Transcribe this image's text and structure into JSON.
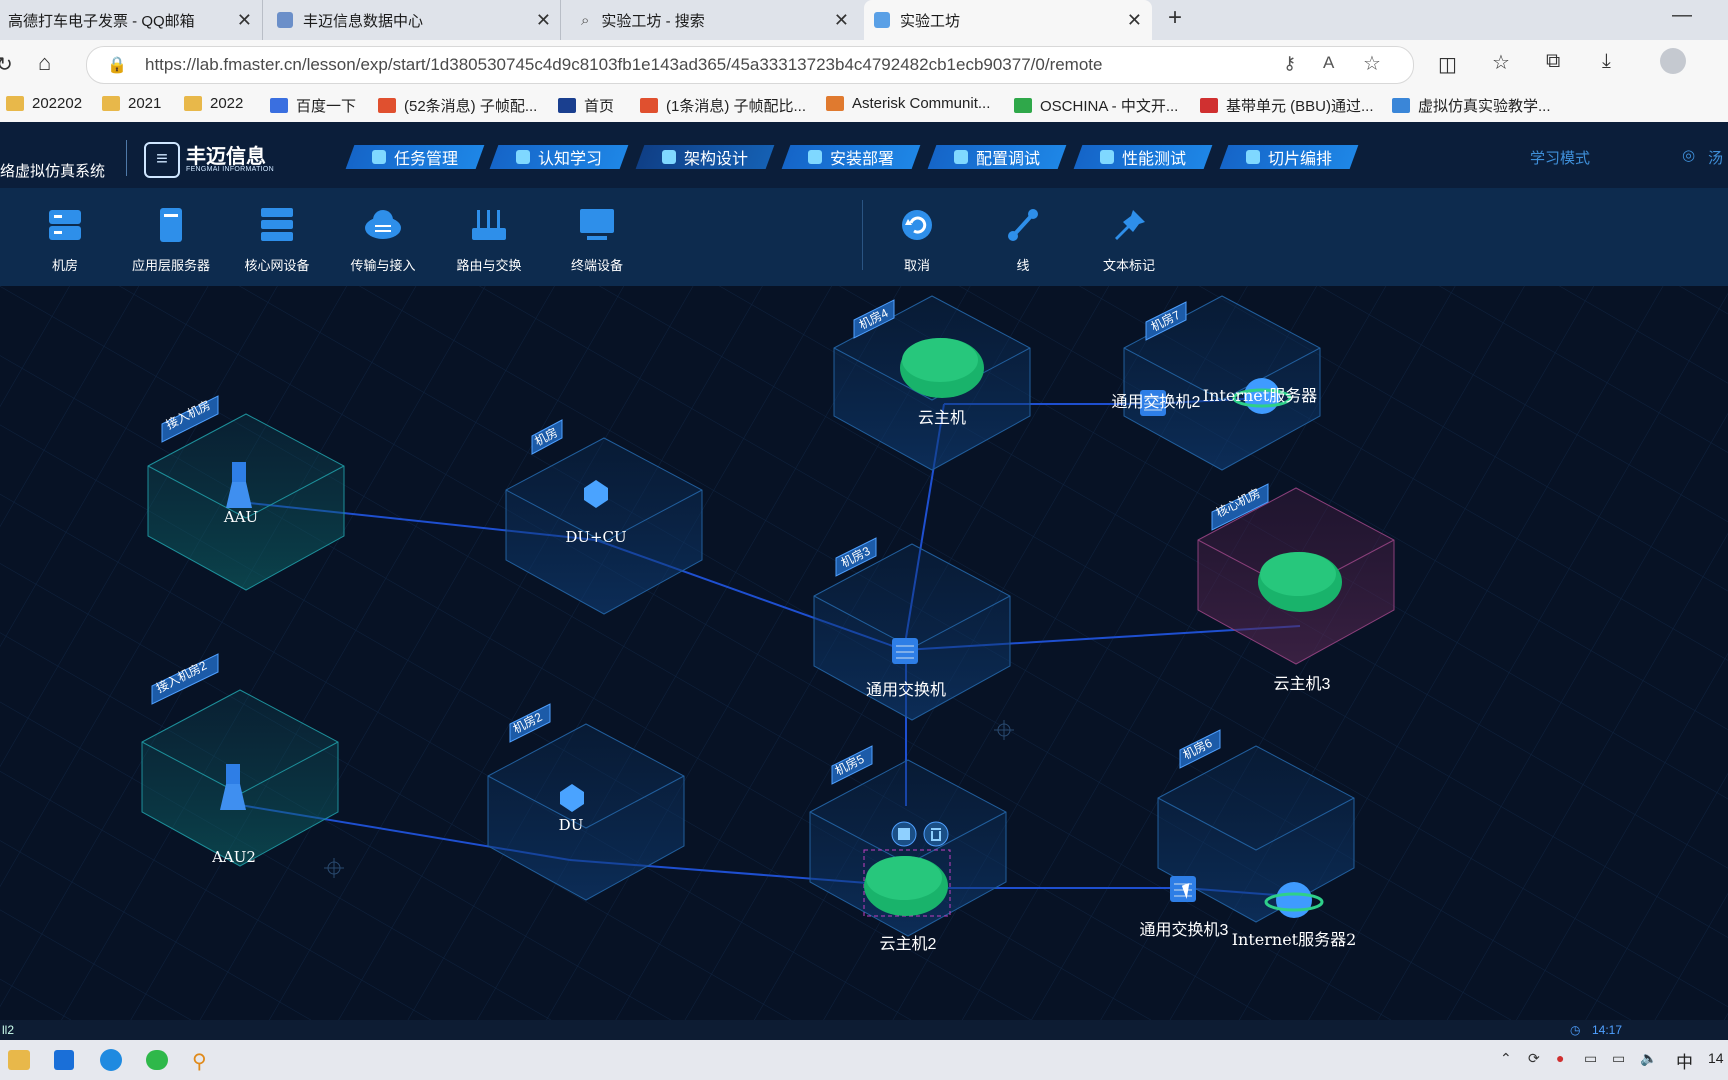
{
  "tabs": [
    {
      "title": "高德打车电子发票 - QQ邮箱",
      "active": false
    },
    {
      "title": "丰迈信息数据中心",
      "active": false
    },
    {
      "title": "实验工坊 - 搜索",
      "active": false
    },
    {
      "title": "实验工坊",
      "active": true
    }
  ],
  "address": {
    "url": "https://lab.fmaster.cn/lesson/exp/start/1d380530745c4d9c8103fb1e143ad365/45a33313723b4c4792482cb1ecb90377/0/remote"
  },
  "bookmarks": [
    "202202",
    "2021",
    "2022",
    "百度一下",
    "(52条消息) 子帧配...",
    "首页",
    "(1条消息) 子帧配比...",
    "Asterisk Communit...",
    "OSCHINA - 中文开...",
    "基带单元 (BBU)通过...",
    "虚拟仿真实验教学..."
  ],
  "app": {
    "system_name": "络虚拟仿真系统",
    "brand_cn": "丰迈信息",
    "brand_en": "FENGMAI INFORMATION",
    "nav": [
      "任务管理",
      "认知学习",
      "架构设计",
      "安装部署",
      "配置调试",
      "性能测试",
      "切片编排"
    ],
    "mode": "学习模式",
    "user": "汤"
  },
  "toolbar": {
    "tools": [
      "机房",
      "应用层服务器",
      "核心网设备",
      "传输与接入",
      "路由与交换",
      "终端设备"
    ],
    "actions": [
      "取消",
      "线",
      "文本标记"
    ]
  },
  "canvas": {
    "rooms": [
      "接入机房",
      "机房",
      "机房4",
      "机房7",
      "机房3",
      "核心机房",
      "接入机房2",
      "机房2",
      "机房5",
      "机房6"
    ],
    "devices": [
      "AAU",
      "DU+CU",
      "云主机",
      "通用交换机2",
      "Internet服务器",
      "通用交换机",
      "云主机3",
      "AAU2",
      "DU",
      "云主机2",
      "通用交换机3",
      "Internet服务器2"
    ]
  },
  "status": {
    "left": "ll2",
    "time": "14:17"
  },
  "taskbar": {
    "ime": "中",
    "clock": "14"
  },
  "colors": {
    "accent": "#1e86e6",
    "canvas": "#071225",
    "header": "#0b1e3a"
  }
}
